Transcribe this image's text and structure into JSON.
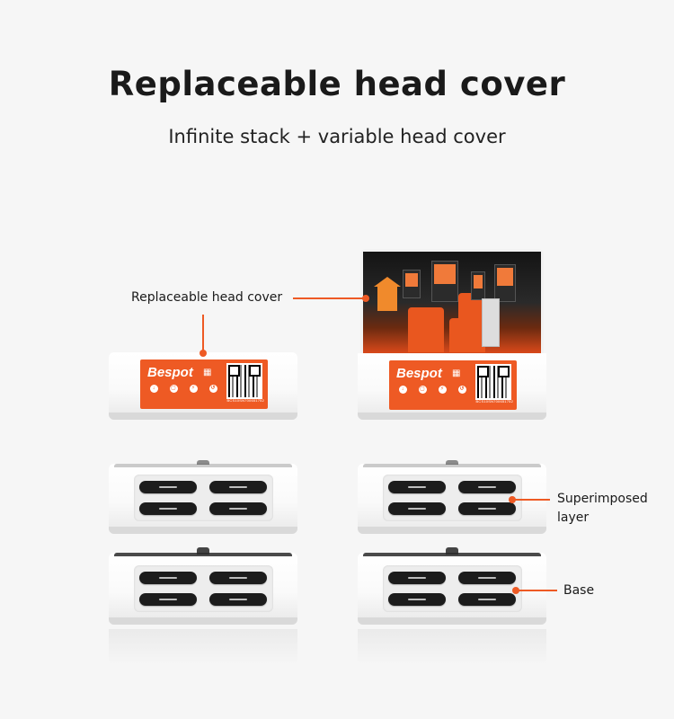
{
  "title": "Replaceable head cover",
  "subtitle": "Infinite stack + variable head cover",
  "callouts": {
    "head_cover": "Replaceable head cover",
    "superimposed_line1": "Superimposed",
    "superimposed_line2": "layer",
    "base": "Base"
  },
  "device_label": {
    "brand": "Bespot",
    "code": "BCS10SN700651752"
  },
  "colors": {
    "accent": "#ee5a24",
    "slot": "#1c1c1c",
    "body": "#ffffff"
  },
  "icons": [
    "download-app-icon",
    "scan-qr-icon",
    "enjoy-charging-icon",
    "return-icon"
  ]
}
